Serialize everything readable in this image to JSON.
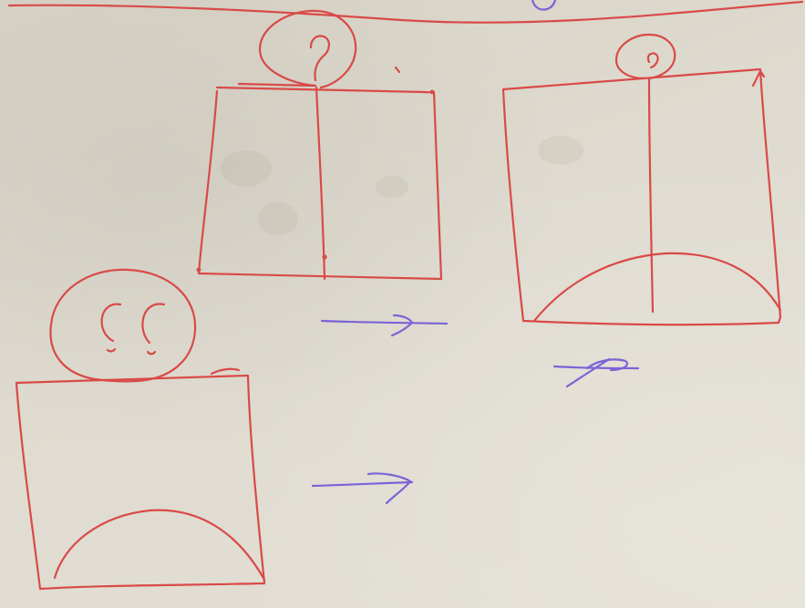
{
  "drawing": {
    "ink": {
      "red": "#d94a47",
      "blue": "#7b63d6"
    },
    "paper_color": "#dcd7cb"
  },
  "figures": [
    {
      "name": "box-with-hook-loop",
      "connects_to_next": true
    },
    {
      "name": "box-with-small-loop-and-arc",
      "connects_to_next": true
    },
    {
      "name": "box-with-face-and-arc"
    }
  ]
}
